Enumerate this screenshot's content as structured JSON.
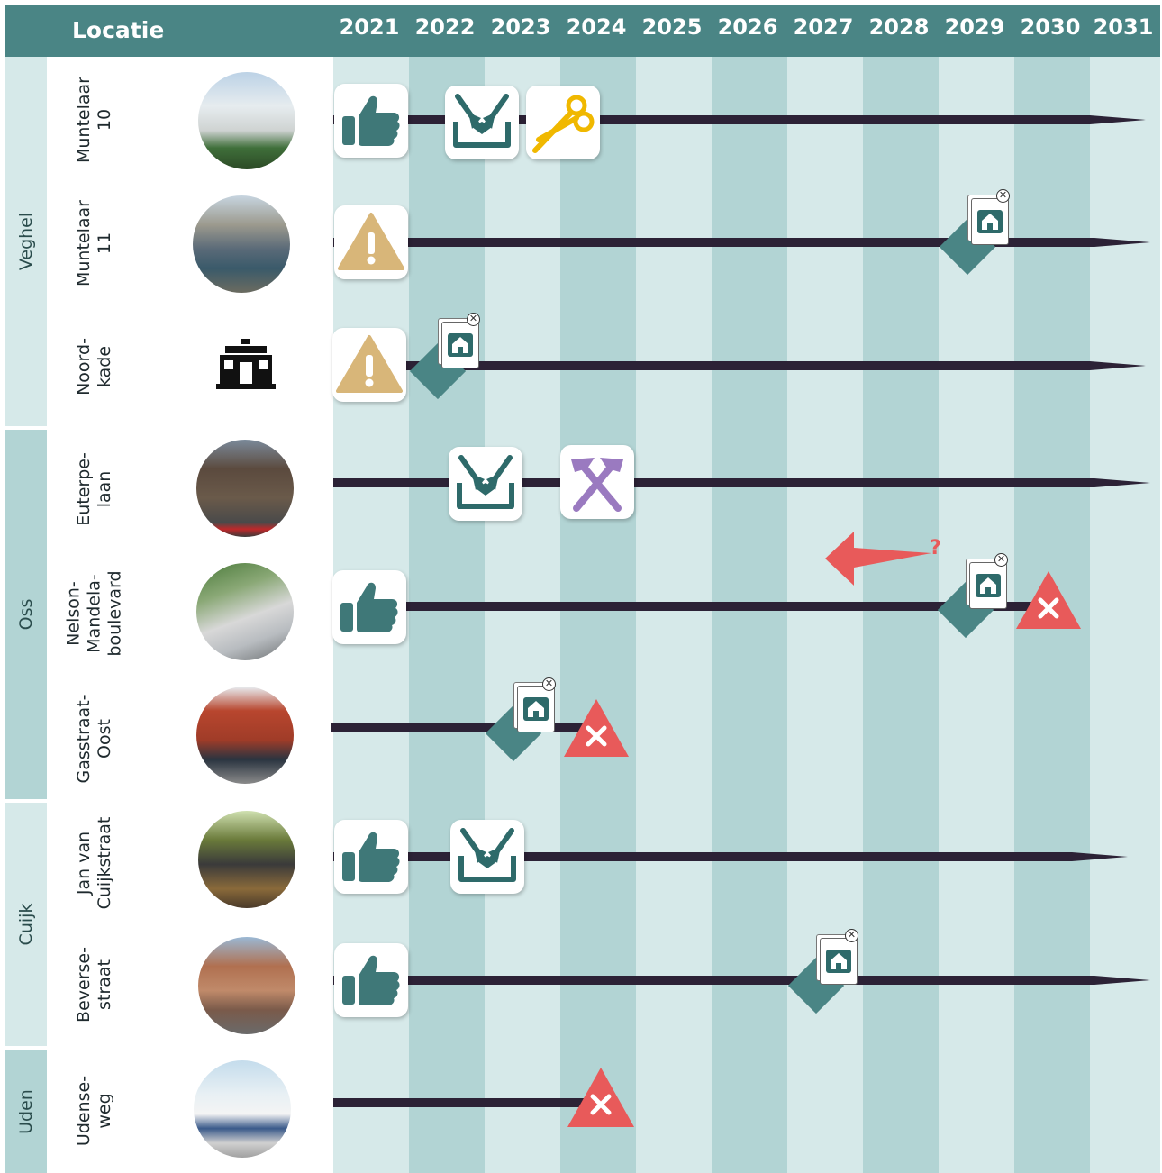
{
  "header": {
    "title": "Locatie",
    "years": [
      "2021",
      "2022",
      "2023",
      "2024",
      "2025",
      "2026",
      "2027",
      "2028",
      "2029",
      "2030",
      "2031"
    ]
  },
  "colors": {
    "header_bg": "#4a8585",
    "col_light": "#d6e9e9",
    "col_dark": "#b2d4d4",
    "line": "#2c2236",
    "icon_teal": "#3f7878",
    "warning": "#d8b679",
    "scissors": "#f0b800",
    "demolish": "#9a7ac0",
    "cross": "#e85a5a"
  },
  "regions": [
    {
      "name": "Veghel"
    },
    {
      "name": "Oss"
    },
    {
      "name": "Cuijk"
    },
    {
      "name": "Uden"
    }
  ],
  "locations": [
    {
      "label": "Muntelaar\n10",
      "photo": "office-building-photo"
    },
    {
      "label": "Muntelaar\n11",
      "photo": "school-building-photo"
    },
    {
      "label": "Noord-\nkade",
      "photo": "building-icon"
    },
    {
      "label": "Euterpe-\nlaan",
      "photo": "brick-building-photo"
    },
    {
      "label": "Nelson-\nMandela-\nboulevard",
      "photo": "campus-render-photo"
    },
    {
      "label": "Gasstraat-\nOost",
      "photo": "red-brick-building-photo"
    },
    {
      "label": "Jan van\nCuijkstraat",
      "photo": "modern-building-photo"
    },
    {
      "label": "Beverse-\nstraat",
      "photo": "brick-facade-photo"
    },
    {
      "label": "Udense-\nweg",
      "photo": "white-building-tower-photo"
    }
  ],
  "question_mark": "?",
  "cross_mark": "✕",
  "icon_legend": [
    "thumbs-up-icon",
    "warning-icon",
    "merge-icon",
    "scissors-icon",
    "demolition-icon",
    "end-of-lease-icon",
    "termination-icon",
    "move-back-arrow"
  ]
}
